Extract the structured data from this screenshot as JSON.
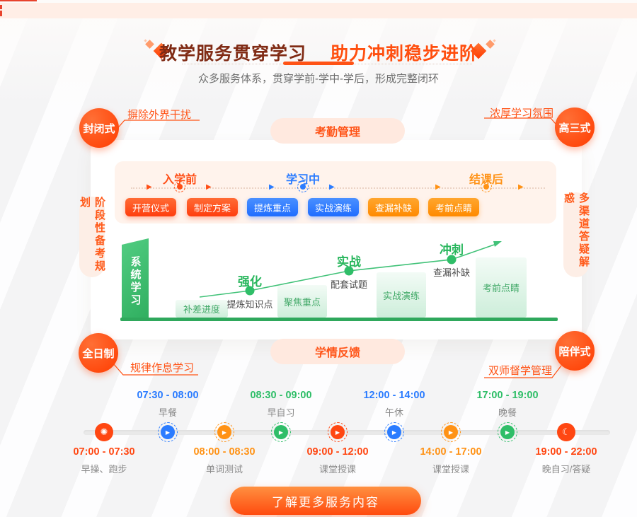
{
  "header": {
    "title_part1": "教学服务贯穿学习",
    "title_part2": "助力冲刺稳步进阶",
    "subtitle": "众多服务体系，贯穿学前-学中-学后，形成完整闭环"
  },
  "corner_badges": {
    "top_left": {
      "badge": "封闭式",
      "note": "摒除外界干扰"
    },
    "top_right": {
      "badge": "高三式",
      "note": "浓厚学习氛围"
    },
    "bottom_left": {
      "badge": "全日制",
      "note": "规律作息学习"
    },
    "bottom_right": {
      "badge": "陪伴式",
      "note": "双师督学管理"
    }
  },
  "section_pills": {
    "attendance": "考勤管理",
    "feedback": "学情反馈"
  },
  "side_pills": {
    "left": "阶段性备考规划",
    "right": "多渠道答疑解惑"
  },
  "phase_flow": {
    "phases": [
      {
        "label": "入学前",
        "steps": [
          "开营仪式",
          "制定方案"
        ]
      },
      {
        "label": "学习中",
        "steps": [
          "提炼重点",
          "实战演练"
        ]
      },
      {
        "label": "结课后",
        "steps": [
          "查漏补缺",
          "考前点睛"
        ]
      }
    ]
  },
  "growth_chart": {
    "axis_label": "系统学习",
    "stages": [
      "补差进度",
      "聚焦重点",
      "实战演练",
      "考前点睛"
    ],
    "milestones": [
      {
        "title": "强化",
        "subtitle": "提炼知识点"
      },
      {
        "title": "实战",
        "subtitle": "配套试题"
      },
      {
        "title": "冲刺",
        "subtitle": "查漏补缺"
      }
    ]
  },
  "daily_schedule": {
    "above": [
      {
        "time": "07:30 - 08:00",
        "label": "早餐"
      },
      {
        "time": "08:30 - 09:00",
        "label": "早自习"
      },
      {
        "time": "12:00 - 14:00",
        "label": "午休"
      },
      {
        "time": "17:00 - 19:00",
        "label": "晚餐"
      }
    ],
    "below": [
      {
        "time": "07:00 - 07:30",
        "label": "早操、跑步"
      },
      {
        "time": "08:00 - 08:30",
        "label": "单词测试"
      },
      {
        "time": "09:00 - 12:00",
        "label": "课堂授课"
      },
      {
        "time": "14:00 - 17:00",
        "label": "课堂授课"
      },
      {
        "time": "19:00 - 22:00",
        "label": "晚自习/答疑"
      }
    ]
  },
  "cta_button": "了解更多服务内容",
  "colors": {
    "primary_red": "#ff4712",
    "orange": "#ff9215",
    "blue": "#2b7cff",
    "green": "#2fbe68",
    "title_dark": "#802b15",
    "pill_bg": "#ffe9df"
  }
}
